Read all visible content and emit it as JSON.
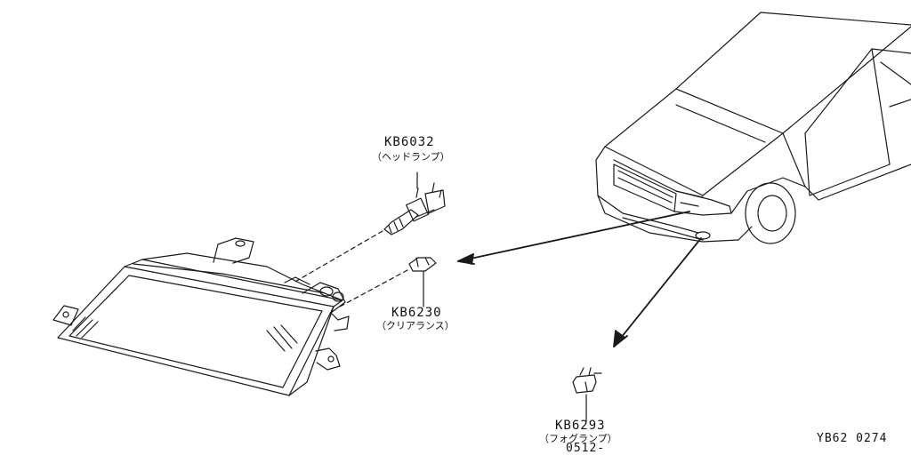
{
  "parts": [
    {
      "code": "KB6032",
      "name": "（ヘッドランプ）"
    },
    {
      "code": "KB6230",
      "name": "（クリアランス）"
    },
    {
      "code": "KB6293",
      "name": "（フォグランプ）",
      "note": "0512-"
    }
  ],
  "figure_id": "YB62 0274",
  "line_color": "#1a1a1a"
}
